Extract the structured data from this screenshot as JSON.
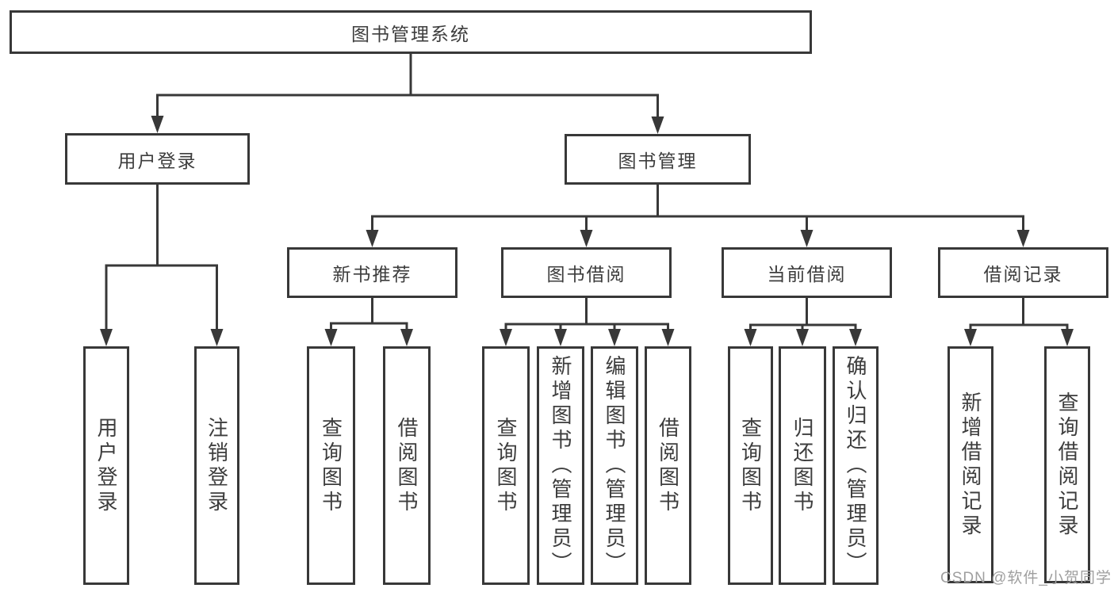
{
  "diagram": {
    "title_node": "图书管理系统",
    "nodes": [
      {
        "id": "root",
        "label": "图书管理系统"
      },
      {
        "id": "login",
        "label": "用户登录"
      },
      {
        "id": "mgmt",
        "label": "图书管理"
      },
      {
        "id": "newbook",
        "label": "新书推荐"
      },
      {
        "id": "borrow",
        "label": "图书借阅"
      },
      {
        "id": "current",
        "label": "当前借阅"
      },
      {
        "id": "records",
        "label": "借阅记录"
      },
      {
        "id": "login-col",
        "label": "用户登录"
      },
      {
        "id": "logout-col",
        "label": "注销登录"
      },
      {
        "id": "nb-query",
        "label": "查询图书"
      },
      {
        "id": "nb-borrow",
        "label": "借阅图书"
      },
      {
        "id": "bw-query",
        "label": "查询图书"
      },
      {
        "id": "bw-add",
        "label": "新增图书（管理员）"
      },
      {
        "id": "bw-edit",
        "label": "编辑图书（管理员）"
      },
      {
        "id": "bw-borrow",
        "label": "借阅图书"
      },
      {
        "id": "cur-query",
        "label": "查询图书"
      },
      {
        "id": "cur-return",
        "label": "归还图书"
      },
      {
        "id": "cur-confirm",
        "label": "确认归还（管理员）"
      },
      {
        "id": "rec-add",
        "label": "新增借阅记录"
      },
      {
        "id": "rec-query",
        "label": "查询借阅记录"
      }
    ],
    "edges": [
      {
        "from": "root",
        "to": [
          "login",
          "mgmt"
        ]
      },
      {
        "from": "login",
        "to": [
          "login-col",
          "logout-col"
        ]
      },
      {
        "from": "mgmt",
        "to": [
          "newbook",
          "borrow",
          "current",
          "records"
        ]
      },
      {
        "from": "newbook",
        "to": [
          "nb-query",
          "nb-borrow"
        ]
      },
      {
        "from": "borrow",
        "to": [
          "bw-query",
          "bw-add",
          "bw-edit",
          "bw-borrow"
        ]
      },
      {
        "from": "current",
        "to": [
          "cur-query",
          "cur-return",
          "cur-confirm"
        ]
      },
      {
        "from": "records",
        "to": [
          "rec-add",
          "rec-query"
        ]
      }
    ],
    "watermark": "CSDN @软件_小贺同学",
    "colors": {
      "line": "#383838",
      "text": "#3d3d3d",
      "watermark": "#9f9f9f",
      "background": "#ffffff"
    }
  }
}
